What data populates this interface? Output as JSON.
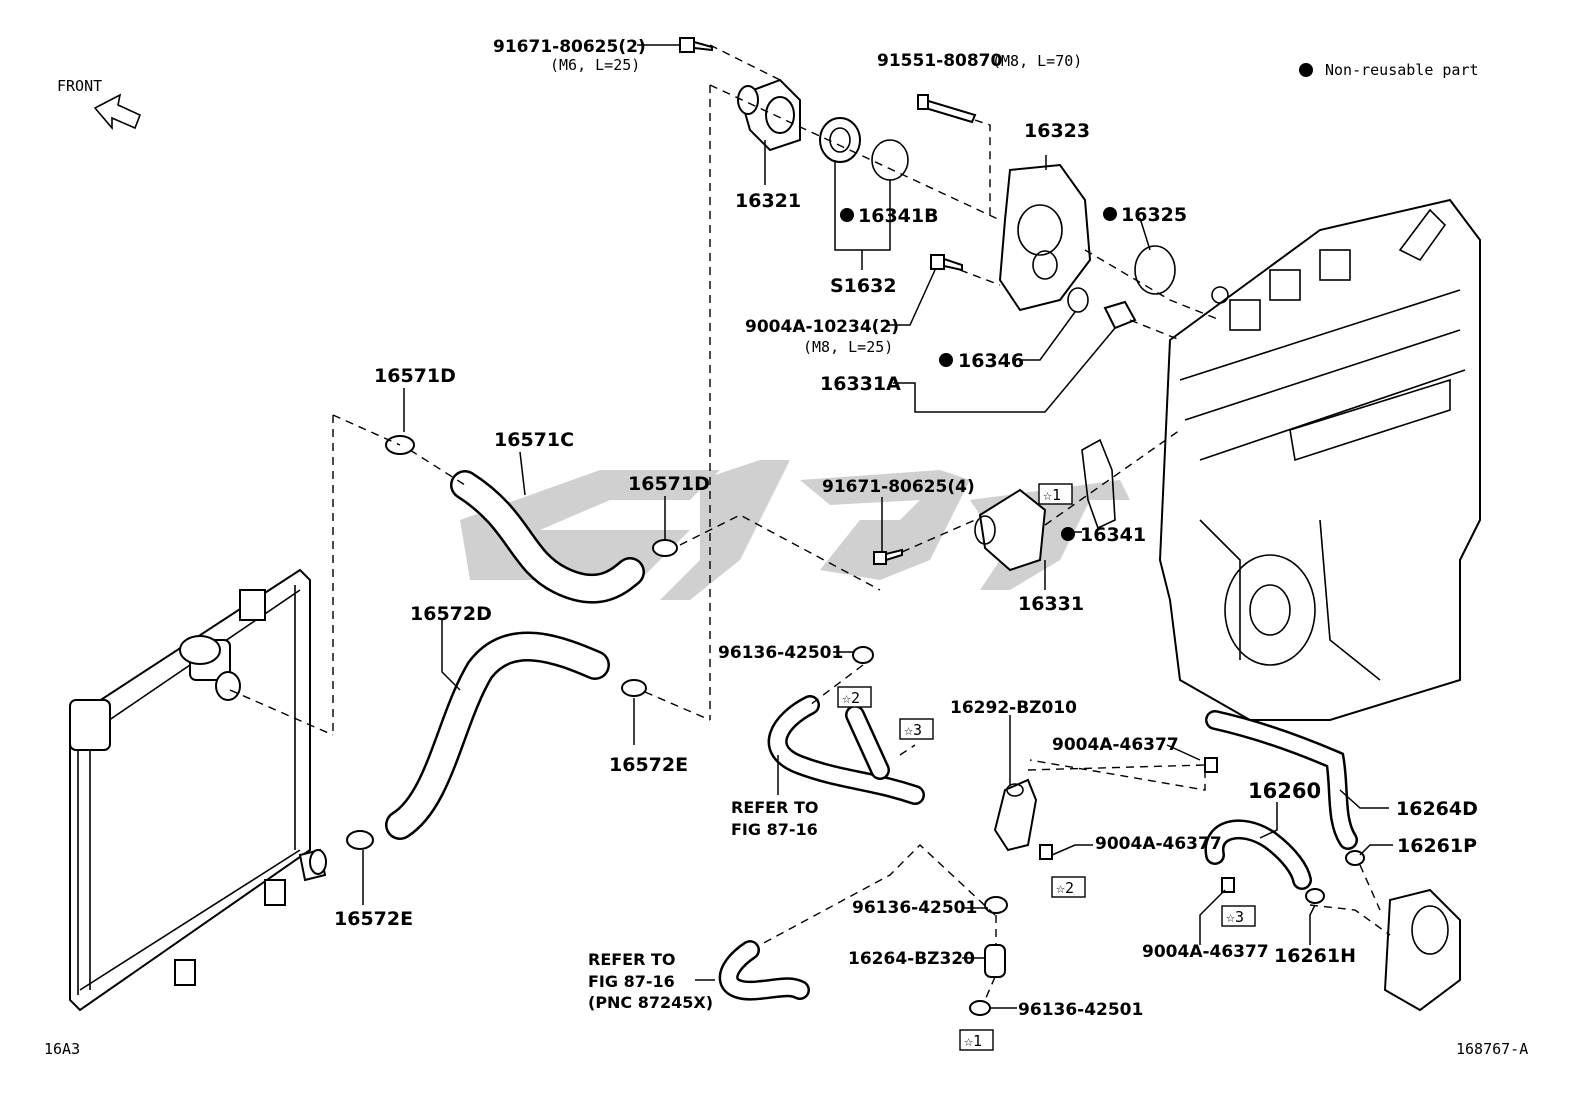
{
  "header": {
    "front_label": "FRONT",
    "legend_text": "Non-reusable part"
  },
  "footer": {
    "section_code": "16A3",
    "figure_id": "168767-A"
  },
  "callouts": {
    "c1": "91671-80625(2)",
    "c1_note": "(M6, L=25)",
    "c2": "91551-80870",
    "c2_note": "(M8, L=70)",
    "c3": "16323",
    "c4": "16321",
    "c5": "16341B",
    "c6": "S1632",
    "c7": "16325",
    "c8": "9004A-10234(2)",
    "c8_note": "(M8, L=25)",
    "c9": "16346",
    "c10": "16331A",
    "c11": "16571D",
    "c12": "16571C",
    "c13": "16571D",
    "c14": "91671-80625(4)",
    "c15": "16341",
    "c16": "16331",
    "c17": "16572D",
    "c18": "96136-42501",
    "c19": "16572E",
    "c20": "16292-BZ010",
    "c21": "9004A-46377",
    "c22": "16260",
    "c23": "16264D",
    "c24": "9004A-46377",
    "c25": "16261P",
    "c26": "16572E",
    "c27": "96136-42501",
    "c28": "9004A-46377",
    "c29": "16261H",
    "c30": "16264-BZ320",
    "c31": "96136-42501",
    "ref1_line1": "REFER TO",
    "ref1_line2": "FIG 87-16",
    "ref2_line1": "REFER TO",
    "ref2_line2": "FIG 87-16",
    "ref2_line3": "(PNC 87245X)",
    "star1": "☆1",
    "star2": "☆2",
    "star3": "☆3",
    "star2b": "☆2",
    "star3b": "☆3",
    "star1b": "☆1"
  }
}
